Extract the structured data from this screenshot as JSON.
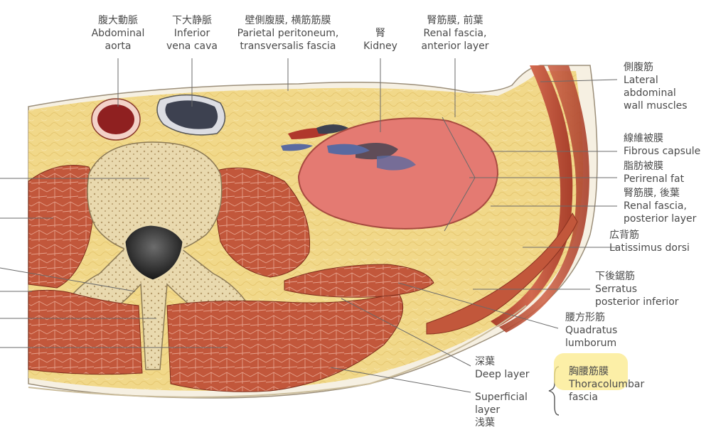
{
  "labels": {
    "aorta": {
      "jp": "腹大動脈",
      "en1": "Abdominal",
      "en2": "aorta"
    },
    "ivc": {
      "jp": "下大静脈",
      "en1": "Inferior",
      "en2": "vena cava"
    },
    "peritoneum": {
      "jp": "壁側腹膜, 横筋筋膜",
      "en1": "Parietal peritoneum,",
      "en2": "transversalis fascia"
    },
    "kidney": {
      "jp": "腎",
      "en1": "Kidney"
    },
    "renal_fascia_anterior": {
      "jp": "腎筋膜, 前葉",
      "en1": "Renal fascia,",
      "en2": "anterior layer"
    },
    "lateral_wall": {
      "jp": "側腹筋",
      "en1": "Lateral",
      "en2": "abdominal",
      "en3": "wall muscles"
    },
    "fibrous_capsule": {
      "jp": "線維被膜",
      "en1": "Fibrous capsule"
    },
    "perirenal_fat": {
      "jp": "脂肪被膜",
      "en1": "Perirenal fat"
    },
    "renal_fascia_posterior": {
      "jp": "腎筋膜, 後葉",
      "en1": "Renal fascia,",
      "en2": "posterior layer"
    },
    "latissimus": {
      "jp": "広背筋",
      "en1": "Latissimus dorsi"
    },
    "serratus": {
      "jp": "下後鋸筋",
      "en1": "Serratus",
      "en2": "posterior inferior"
    },
    "quadratus": {
      "jp": "腰方形筋",
      "en1": "Quadratus",
      "en2": "lumborum"
    },
    "deep_layer": {
      "jp": "深葉",
      "en1": "Deep layer"
    },
    "superficial_layer": {
      "en1": "Superficial",
      "en2": "layer",
      "jp": "浅葉"
    },
    "thoracolumbar": {
      "jp": "胸腰筋膜",
      "en1": "Thoracolumbar",
      "en2": "fascia"
    }
  },
  "colors": {
    "fat": "#f1d889",
    "muscle": "#c2573b",
    "bone": "#e9d9ae",
    "kidney": "#e47a72",
    "vein": "#3d4150",
    "artery": "#8f2020",
    "highlight": "#fbe98a",
    "label_text": "#4a4a4a",
    "leader_line": "#6a6a6a"
  }
}
